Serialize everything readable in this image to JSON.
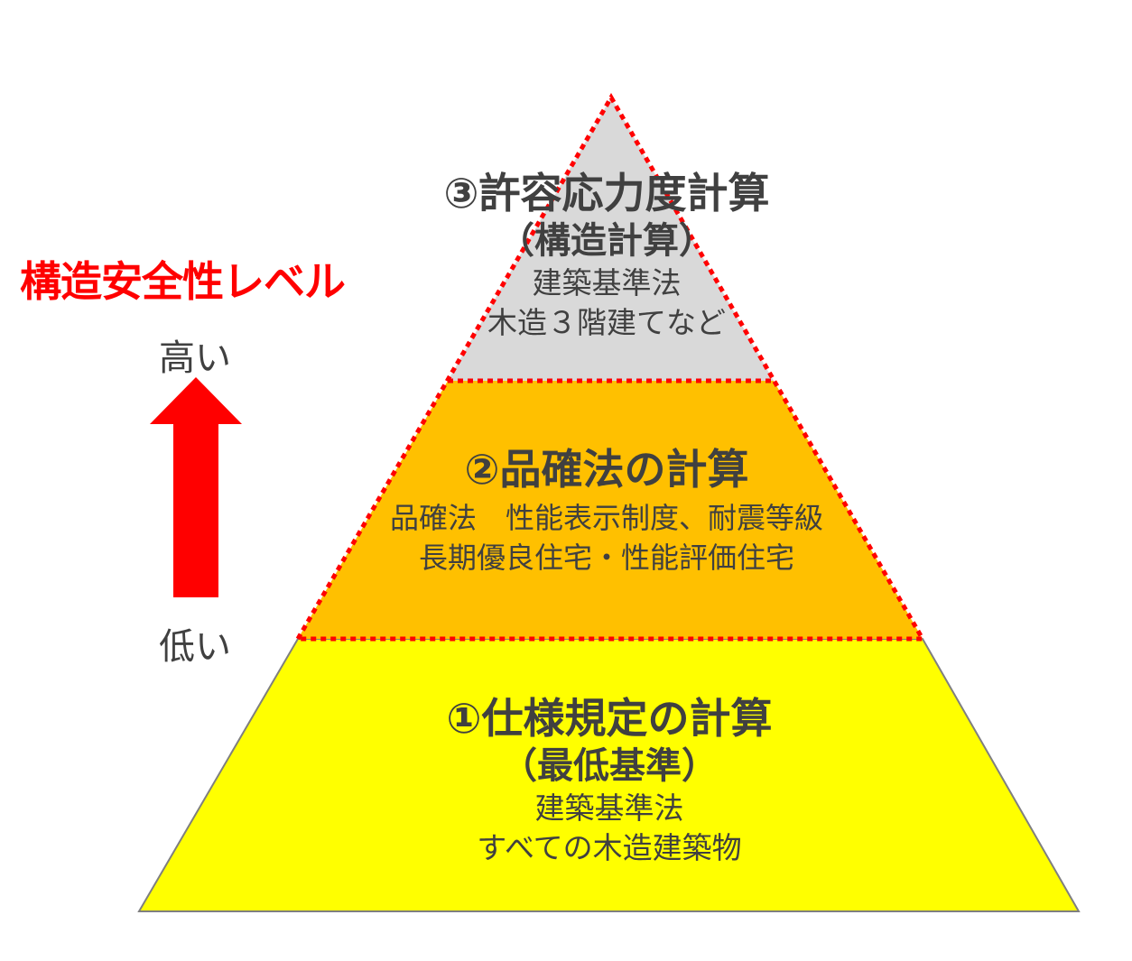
{
  "side_title": "構造安全性レベル",
  "level_high": "高い",
  "level_low": "低い",
  "colors": {
    "top_fill": "#d9d9d9",
    "middle_fill": "#ffc000",
    "bottom_fill": "#ffff00",
    "dotted_border": "#ff0000",
    "arrow": "#ff0000",
    "text": "#404040"
  },
  "tiers": {
    "top": {
      "title": "③許容応力度計算",
      "subtitle": "（構造計算）",
      "note1": "建築基準法",
      "note2": "木造３階建てなど"
    },
    "middle": {
      "title": "②品確法の計算",
      "note1": "品確法　性能表示制度、耐震等級",
      "note2": "長期優良住宅・性能評価住宅"
    },
    "bottom": {
      "title": "①仕様規定の計算",
      "subtitle": "（最低基準）",
      "note1": "建築基準法",
      "note2": "すべての木造建築物"
    }
  }
}
